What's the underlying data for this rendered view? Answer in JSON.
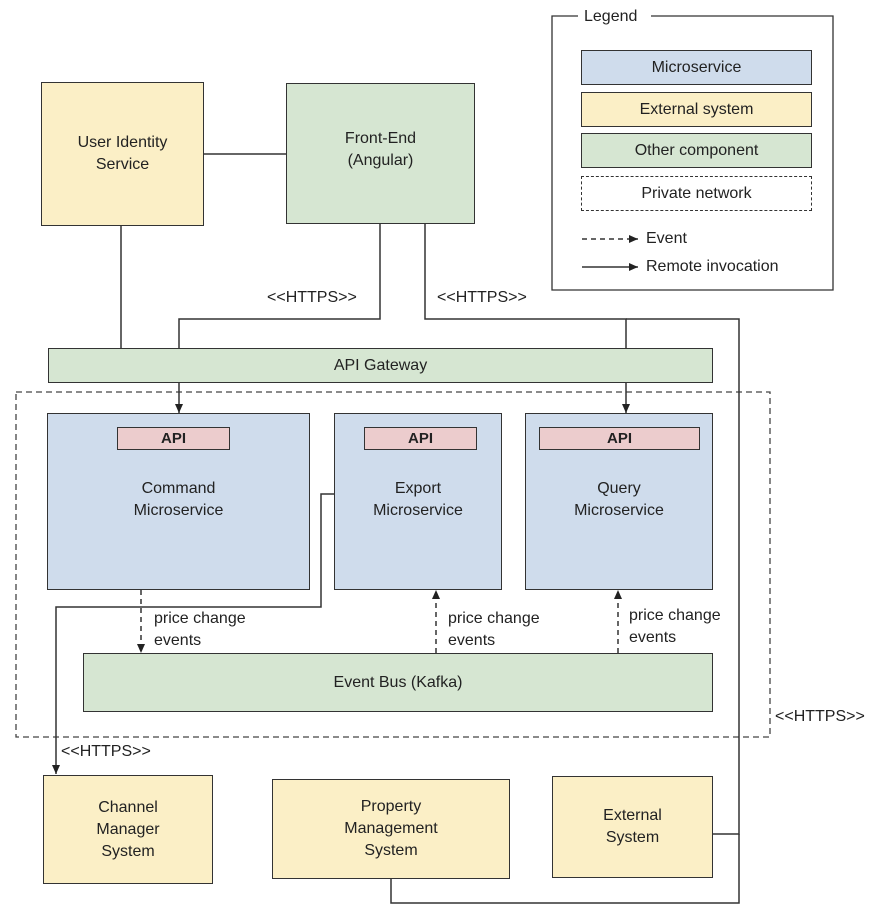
{
  "legend": {
    "title": "Legend",
    "microservice": "Microservice",
    "external_system": "External system",
    "other_component": "Other component",
    "private_network": "Private network",
    "event": "Event",
    "remote_invocation": "Remote invocation"
  },
  "components": {
    "user_identity": "User Identity\nService",
    "front_end": "Front-End\n(Angular)",
    "api_gateway": "API Gateway",
    "command": "Command\nMicroservice",
    "export": "Export\nMicroservice",
    "query": "Query\nMicroservice",
    "api_label": "API",
    "event_bus": "Event Bus (Kafka)",
    "channel_manager": "Channel\nManager\nSystem",
    "property_management": "Property\nManagement\nSystem",
    "external_system": "External\nSystem"
  },
  "labels": {
    "https_left": "<<HTTPS>>",
    "https_right": "<<HTTPS>>",
    "https_channel": "<<HTTPS>>",
    "https_external": "<<HTTPS>>",
    "price_change_1": "price change\nevents",
    "price_change_2": "price change\nevents",
    "price_change_3": "price change\nevents"
  },
  "colors": {
    "microservice": "#cfdcec",
    "external_system": "#fbefc6",
    "other_component": "#d6e6d2",
    "api_tag": "#eccccd"
  }
}
